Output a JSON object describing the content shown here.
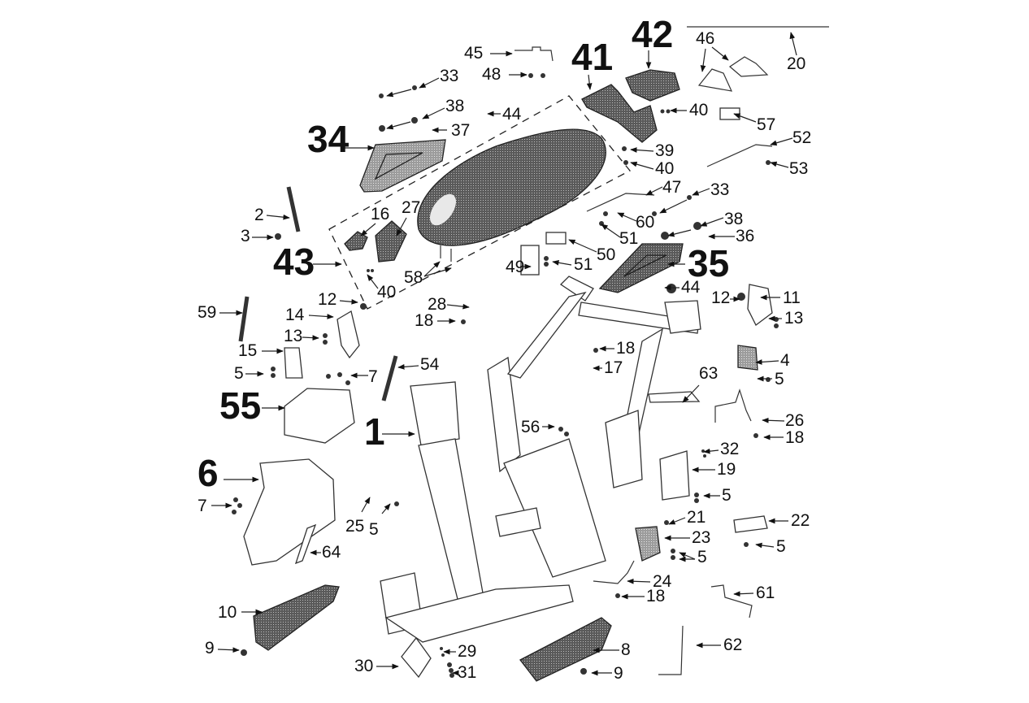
{
  "title": "Frame and seat exploded parts diagram",
  "colors": {
    "ink": "#111111",
    "dark_part": "#4a4a4a",
    "light_part": "#9a9a9a",
    "background": "#ffffff"
  },
  "callouts": [
    {
      "id": "c42",
      "text": "42",
      "big": true
    },
    {
      "id": "c41",
      "text": "41",
      "big": true
    },
    {
      "id": "c34",
      "text": "34",
      "big": true
    },
    {
      "id": "c35",
      "text": "35",
      "big": true
    },
    {
      "id": "c43",
      "text": "43",
      "big": true
    },
    {
      "id": "c55",
      "text": "55",
      "big": true
    },
    {
      "id": "c1",
      "text": "1",
      "big": true
    },
    {
      "id": "c6",
      "text": "6",
      "big": true
    },
    {
      "id": "c45",
      "text": "45"
    },
    {
      "id": "c48",
      "text": "48"
    },
    {
      "id": "c33a",
      "text": "33"
    },
    {
      "id": "c38a",
      "text": "38"
    },
    {
      "id": "c44a",
      "text": "44"
    },
    {
      "id": "c37",
      "text": "37"
    },
    {
      "id": "c46",
      "text": "46"
    },
    {
      "id": "c20",
      "text": "20"
    },
    {
      "id": "c40a",
      "text": "40"
    },
    {
      "id": "c57",
      "text": "57"
    },
    {
      "id": "c52",
      "text": "52"
    },
    {
      "id": "c39",
      "text": "39"
    },
    {
      "id": "c40b",
      "text": "40"
    },
    {
      "id": "c53",
      "text": "53"
    },
    {
      "id": "c47",
      "text": "47"
    },
    {
      "id": "c33b",
      "text": "33"
    },
    {
      "id": "c60",
      "text": "60"
    },
    {
      "id": "c38b",
      "text": "38"
    },
    {
      "id": "c51a",
      "text": "51"
    },
    {
      "id": "c36",
      "text": "36"
    },
    {
      "id": "c50",
      "text": "50"
    },
    {
      "id": "c49",
      "text": "49"
    },
    {
      "id": "c51b",
      "text": "51"
    },
    {
      "id": "c2",
      "text": "2"
    },
    {
      "id": "c3",
      "text": "3"
    },
    {
      "id": "c16",
      "text": "16"
    },
    {
      "id": "c27",
      "text": "27"
    },
    {
      "id": "c58",
      "text": "58"
    },
    {
      "id": "c40c",
      "text": "40"
    },
    {
      "id": "c44b",
      "text": "44"
    },
    {
      "id": "c12a",
      "text": "12"
    },
    {
      "id": "c12b",
      "text": "12"
    },
    {
      "id": "c11",
      "text": "11"
    },
    {
      "id": "c13a",
      "text": "13"
    },
    {
      "id": "c59",
      "text": "59"
    },
    {
      "id": "c14",
      "text": "14"
    },
    {
      "id": "c28",
      "text": "28"
    },
    {
      "id": "c18a",
      "text": "18"
    },
    {
      "id": "c13b",
      "text": "13"
    },
    {
      "id": "c15",
      "text": "15"
    },
    {
      "id": "c18b",
      "text": "18"
    },
    {
      "id": "c4",
      "text": "4"
    },
    {
      "id": "c17",
      "text": "17"
    },
    {
      "id": "c54",
      "text": "54"
    },
    {
      "id": "c5a",
      "text": "5"
    },
    {
      "id": "c7a",
      "text": "7"
    },
    {
      "id": "c5b",
      "text": "5"
    },
    {
      "id": "c63",
      "text": "63"
    },
    {
      "id": "c26",
      "text": "26"
    },
    {
      "id": "c18c",
      "text": "18"
    },
    {
      "id": "c56",
      "text": "56"
    },
    {
      "id": "c32",
      "text": "32"
    },
    {
      "id": "c19",
      "text": "19"
    },
    {
      "id": "c5c",
      "text": "5"
    },
    {
      "id": "c7b",
      "text": "7"
    },
    {
      "id": "c25",
      "text": "25"
    },
    {
      "id": "c5d",
      "text": "5"
    },
    {
      "id": "c21",
      "text": "21"
    },
    {
      "id": "c22",
      "text": "22"
    },
    {
      "id": "c64",
      "text": "64"
    },
    {
      "id": "c23",
      "text": "23"
    },
    {
      "id": "c5e",
      "text": "5"
    },
    {
      "id": "c5f",
      "text": "5"
    },
    {
      "id": "c24",
      "text": "24"
    },
    {
      "id": "c61",
      "text": "61"
    },
    {
      "id": "c10",
      "text": "10"
    },
    {
      "id": "c18d",
      "text": "18"
    },
    {
      "id": "c62",
      "text": "62"
    },
    {
      "id": "c8",
      "text": "8"
    },
    {
      "id": "c9a",
      "text": "9"
    },
    {
      "id": "c29",
      "text": "29"
    },
    {
      "id": "c30",
      "text": "30"
    },
    {
      "id": "c31",
      "text": "31"
    },
    {
      "id": "c9b",
      "text": "9"
    }
  ]
}
